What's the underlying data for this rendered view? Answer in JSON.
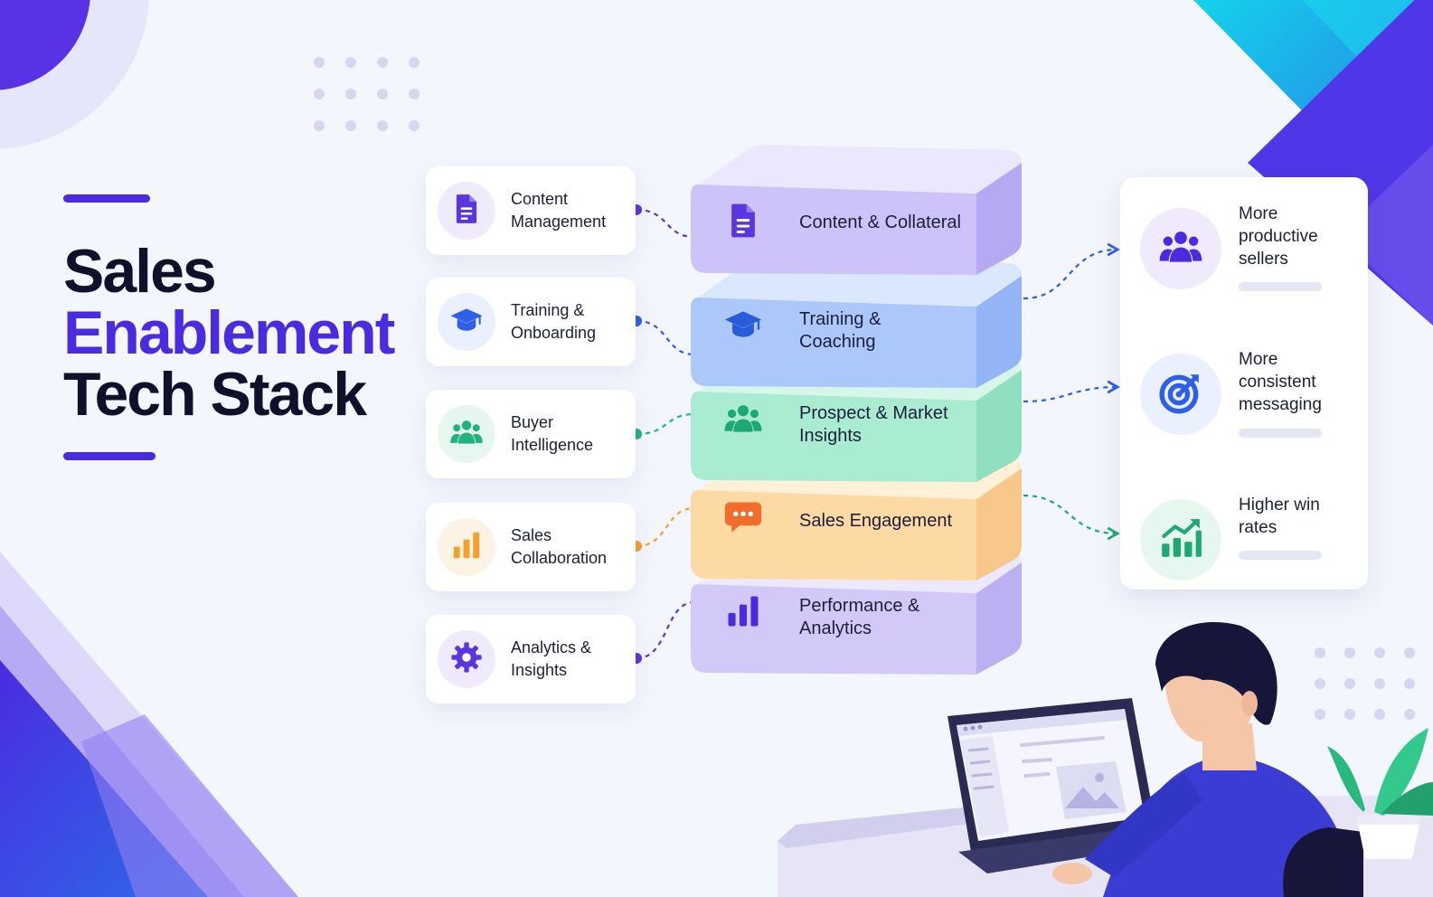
{
  "title": {
    "line1": "Sales",
    "line2": "Enablement",
    "line3": "Tech Stack"
  },
  "features": [
    {
      "label": "Content Management",
      "icon": "document-icon",
      "color": "#5b35e0",
      "tint": "#efebfd"
    },
    {
      "label": "Training & Onboarding",
      "icon": "graduation-cap-icon",
      "color": "#2f5fe8",
      "tint": "#eaf0fd"
    },
    {
      "label": "Buyer Intelligence",
      "icon": "people-icon",
      "color": "#21b27e",
      "tint": "#e6f7f0"
    },
    {
      "label": "Sales Collaboration",
      "icon": "bar-chart-icon",
      "color": "#f2a02e",
      "tint": "#fdf3e4"
    },
    {
      "label": "Analytics & Insights",
      "icon": "gear-icon",
      "color": "#5b35e0",
      "tint": "#efebfd"
    }
  ],
  "stack": [
    {
      "label": "Content & Collateral",
      "icon": "document-icon",
      "icon_color": "#5b35e0",
      "top": "#ebe7fd",
      "front": "#cdc3f8",
      "side": "#b6a9f3"
    },
    {
      "label": "Training & Coaching",
      "icon": "graduation-cap-icon",
      "icon_color": "#2a5bd8",
      "top": "#d9e8fe",
      "front": "#acc8fb",
      "side": "#93b5f6"
    },
    {
      "label": "Prospect & Market Insights",
      "icon": "people-icon",
      "icon_color": "#1ea974",
      "top": "#d6f6ea",
      "front": "#a9ecd2",
      "side": "#8fdfc0"
    },
    {
      "label": "Sales Engagement",
      "icon": "chat-bubble-icon",
      "icon_color": "#f06d2c",
      "top": "#fff0d8",
      "front": "#fdd9a4",
      "side": "#f8c88a"
    },
    {
      "label": "Performance & Analytics",
      "icon": "bar-chart-icon",
      "icon_color": "#4a2be0",
      "top": "#ece8fd",
      "front": "#d2c9f8",
      "side": "#bcb0f3"
    }
  ],
  "outcomes": [
    {
      "label": "More productive sellers",
      "icon": "people-icon",
      "color": "#4a2be0",
      "tint": "#efebfd"
    },
    {
      "label": "More consistent messaging",
      "icon": "target-icon",
      "color": "#2f5fe8",
      "tint": "#eaf0fd"
    },
    {
      "label": "Higher win rates",
      "icon": "growth-chart-icon",
      "color": "#1ea974",
      "tint": "#e6f7f0"
    }
  ],
  "colors": {
    "accent": "#4a2be0",
    "ink": "#0e1129",
    "teal": "#1ec9e8"
  }
}
